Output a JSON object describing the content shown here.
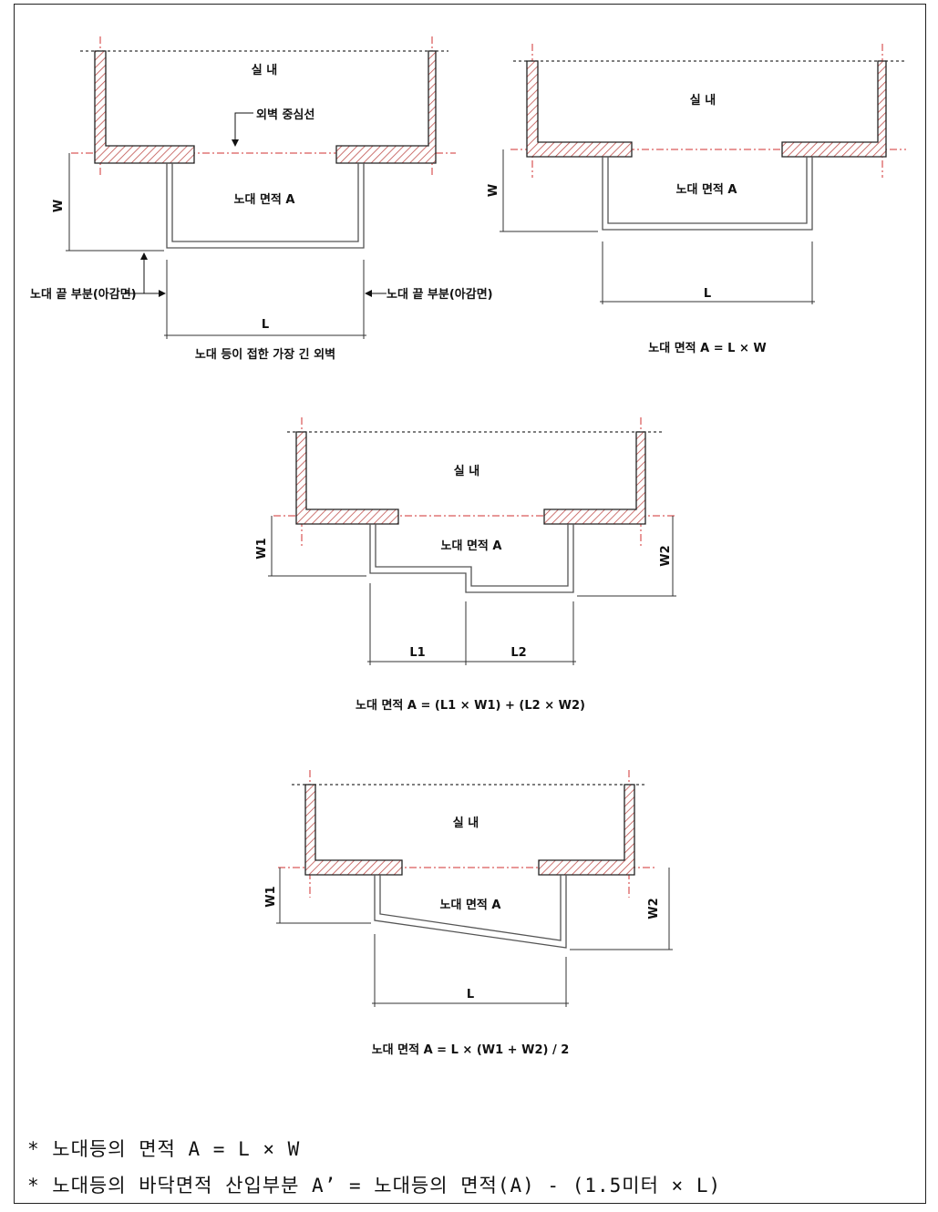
{
  "diagram1": {
    "indoor": "실 내",
    "centerline": "외벽 중심선",
    "area": "노대 면적 A",
    "w": "W",
    "edge_left": "노대 끝 부분(아감면)",
    "edge_right": "노대 끝 부분(아감면)",
    "l": "L",
    "caption": "노대 등이 접한 가장 긴 외벽"
  },
  "diagram2": {
    "indoor": "실 내",
    "area": "노대 면적 A",
    "w": "W",
    "l": "L",
    "formula": "노대 면적 A = L × W"
  },
  "diagram3": {
    "indoor": "실 내",
    "area": "노대 면적 A",
    "w1": "W1",
    "w2": "W2",
    "l1": "L1",
    "l2": "L2",
    "formula": "노대 면적 A = (L1 × W1) + (L2 × W2)"
  },
  "diagram4": {
    "indoor": "실 내",
    "area": "노대 면적 A",
    "w1": "W1",
    "w2": "W2",
    "l": "L",
    "formula": "노대 면적 A = L × (W1 + W2) / 2"
  },
  "notes": [
    "* 노대등의 면적 A = L × W",
    "* 노대등의 바닥면적 산입부분 A’ = 노대등의 면적(A) - (1.5미터 × L)"
  ],
  "colors": {
    "hatch": "#c0504d",
    "centerline": "#d03030",
    "line": "#222222"
  }
}
